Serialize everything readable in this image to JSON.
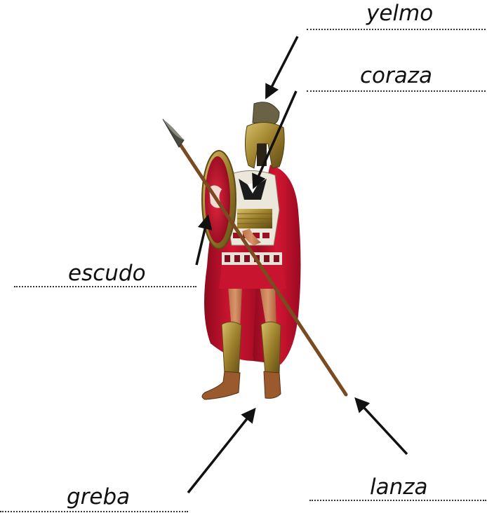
{
  "labels": {
    "yelmo": "yelmo",
    "coraza": "coraza",
    "escudo": "escudo",
    "greba": "greba",
    "lanza": "lanza"
  },
  "colors": {
    "cape": "#c0102a",
    "bronze": "#a8892c",
    "arrow": "#111111"
  },
  "illustration": "hoplite-warrior"
}
